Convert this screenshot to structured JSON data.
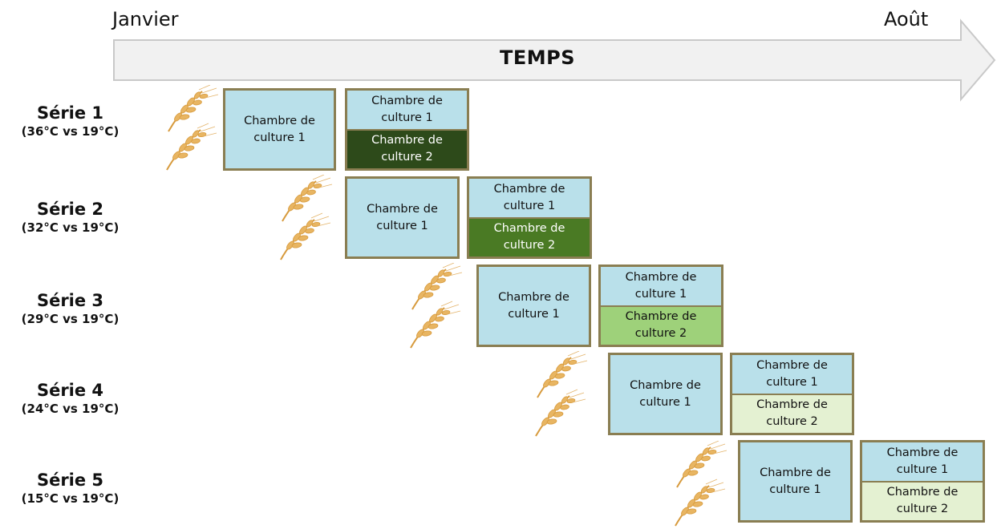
{
  "timeline": {
    "start_label": "Janvier",
    "end_label": "Août",
    "arrow_label": "TEMPS"
  },
  "colors": {
    "box_border": "#8a7e52",
    "chamber1_fill": "#b9e0ea",
    "arrow_fill": "#f1f1f1",
    "arrow_stroke": "#c9c9c9",
    "wheat": "#e8b562"
  },
  "icons": [
    "wheat-icon"
  ],
  "chamber_single_label": "Chambre de culture 1",
  "series": [
    {
      "name": "Série 1",
      "temps": "(36°C vs 19°C)",
      "single": "Chambre de culture 1",
      "split_top": "Chambre de culture 1",
      "split_bottom": "Chambre de culture 2",
      "bottom_color": "#2d4a1a",
      "bottom_text_color": "#ffffff"
    },
    {
      "name": "Série 2",
      "temps": "(32°C vs 19°C)",
      "single": "Chambre de culture 1",
      "split_top": "Chambre de culture 1",
      "split_bottom": "Chambre de culture 2",
      "bottom_color": "#4a7a24",
      "bottom_text_color": "#ffffff"
    },
    {
      "name": "Série 3",
      "temps": "(29°C vs 19°C)",
      "single": "Chambre de culture 1",
      "split_top": "Chambre de culture 1",
      "split_bottom": "Chambre de culture 2",
      "bottom_color": "#9ed17a",
      "bottom_text_color": "#111111"
    },
    {
      "name": "Série 4",
      "temps": "(24°C vs 19°C)",
      "single": "Chambre de culture 1",
      "split_top": "Chambre de culture 1",
      "split_bottom": "Chambre de culture 2",
      "bottom_color": "#e4f1d2",
      "bottom_text_color": "#111111"
    },
    {
      "name": "Série 5",
      "temps": "(15°C vs 19°C)",
      "single": "Chambre de culture 1",
      "split_top": "Chambre de culture 1",
      "split_bottom": "Chambre de culture 2",
      "bottom_color": "#e4f1d2",
      "bottom_text_color": "#111111"
    }
  ]
}
